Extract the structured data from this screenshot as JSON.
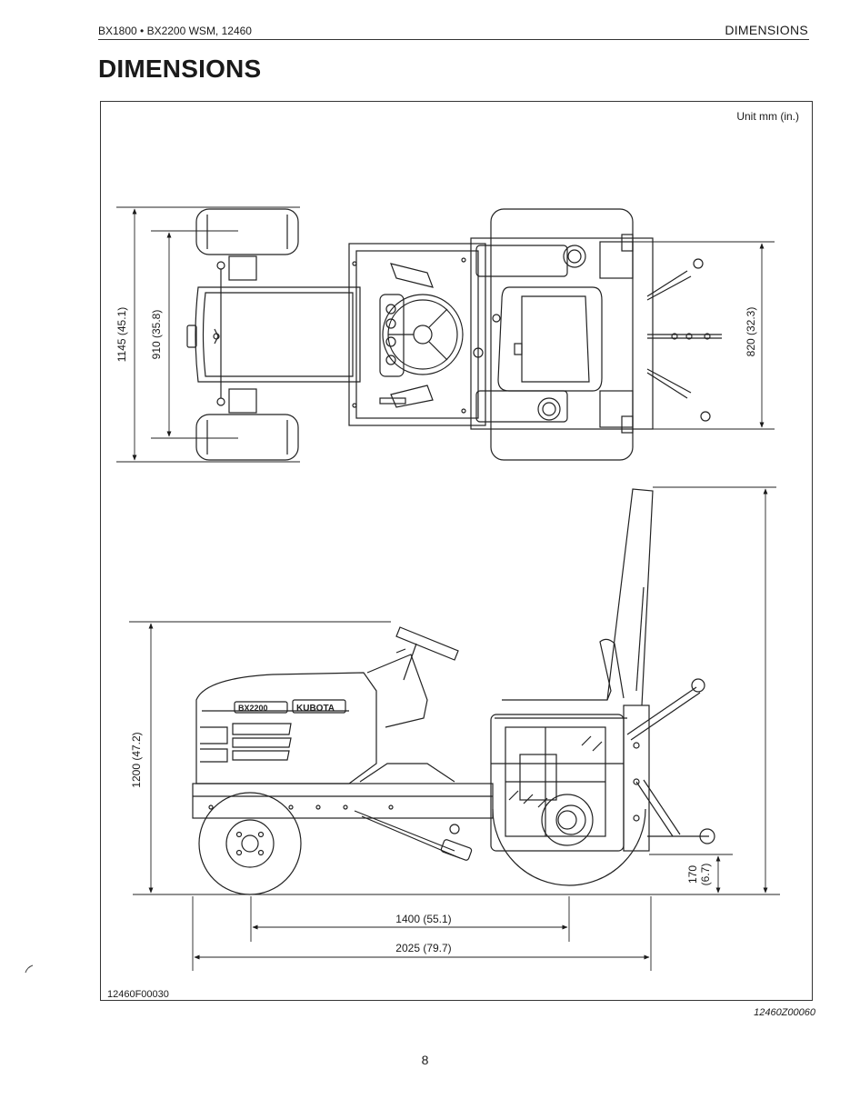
{
  "header": {
    "left_text": "BX1800 • BX2200 WSM, 12460",
    "right_text": "DIMENSIONS"
  },
  "title": "DIMENSIONS",
  "figure": {
    "unit_label": "Unit mm (in.)",
    "figure_code": "12460F00030",
    "reference_code": "12460Z00060",
    "dimensions": {
      "overall_width": "1145 (45.1)",
      "front_tread": "910 (35.8)",
      "rear_tread": "820 (32.3)",
      "overall_height": "1200 (47.2)",
      "wheelbase": "1400 (55.1)",
      "overall_length": "2025 (79.7)",
      "ground_clearance_mm": "170",
      "ground_clearance_in": "(6.7)"
    },
    "tractor_decals": {
      "model": "BX2200",
      "brand": "KUBOTA"
    }
  },
  "page_number": "8"
}
